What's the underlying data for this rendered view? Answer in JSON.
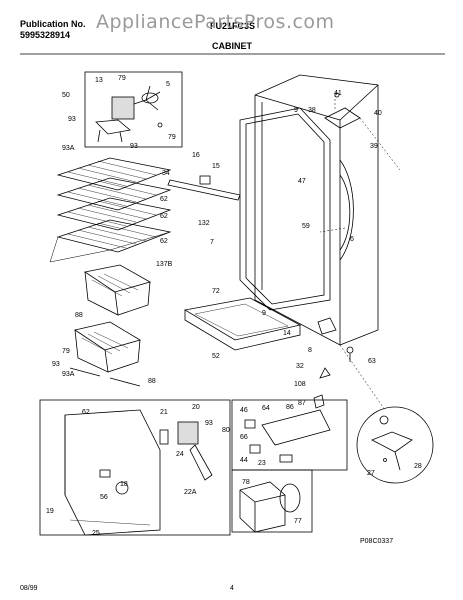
{
  "header": {
    "publication_label": "Publication No.",
    "publication_number": "5995328914",
    "model": "FU21FC3S",
    "section_title": "CABINET"
  },
  "watermark": "AppliancePartsPros.com",
  "footer": {
    "date": "08/99",
    "page": "4",
    "diagram_code": "P08C0337"
  },
  "callouts": {
    "c13": "13",
    "c79a": "79",
    "c5": "5",
    "c50": "50",
    "c93a": "93",
    "c79b": "79",
    "c93A": "93A",
    "c93b": "93",
    "c34": "34",
    "c62a": "62",
    "c62b": "62",
    "c62c": "62",
    "c137B": "137B",
    "c16": "16",
    "c15": "15",
    "c132": "132",
    "c7a": "7",
    "c9a": "9",
    "c47": "47",
    "c38": "38",
    "c41": "41",
    "c40": "40",
    "c39": "39",
    "c59": "59",
    "c6": "6",
    "c72": "72",
    "c9b": "9",
    "c14": "14",
    "c52": "52",
    "c32": "32",
    "c8": "8",
    "c63": "63",
    "c108": "108",
    "c88": "88",
    "c79c": "79",
    "c93Ab": "93A",
    "c93c": "93",
    "c88b": "88",
    "c87": "87",
    "c86": "86",
    "c46": "46",
    "c64": "64",
    "c66": "66",
    "c44": "44",
    "c23": "23",
    "c78": "78",
    "c77": "77",
    "c28": "28",
    "c27": "27",
    "c62d": "62",
    "c21": "21",
    "c20": "20",
    "c93d": "93",
    "c80": "80",
    "c24": "24",
    "c22A": "22A",
    "c18": "18",
    "c56": "56",
    "c19": "19",
    "c25": "25"
  }
}
